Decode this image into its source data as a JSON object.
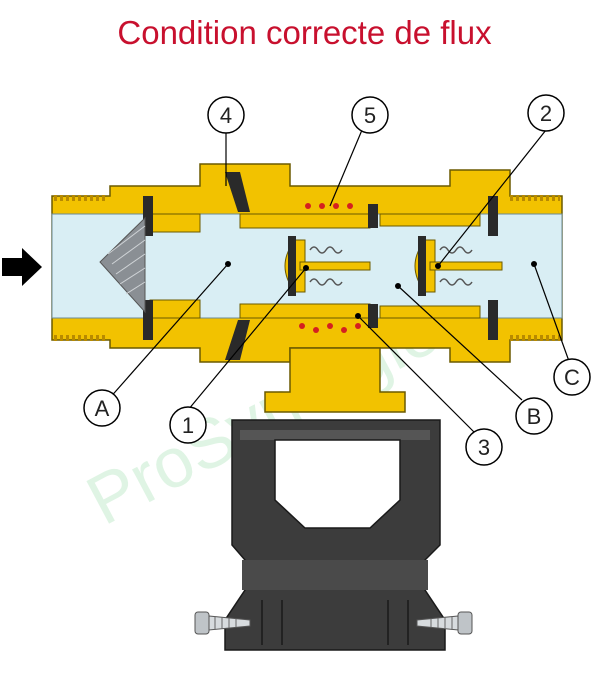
{
  "title": "Condition correcte de flux",
  "watermark": "ProSynergie",
  "callouts": {
    "c4": "4",
    "c5": "5",
    "c2": "2",
    "cA": "A",
    "c1": "1",
    "cB": "B",
    "c3": "3",
    "cC": "C"
  },
  "colors": {
    "title": "#c8102e",
    "brass": "#f2c200",
    "brass_dark": "#b88a00",
    "fluid": "#d9eef4",
    "body_black": "#3c3c3c",
    "seal": "#2a2a2a",
    "spring_dot": "#d42020"
  },
  "icons": {
    "flow_arrow": "arrow-right-icon"
  }
}
